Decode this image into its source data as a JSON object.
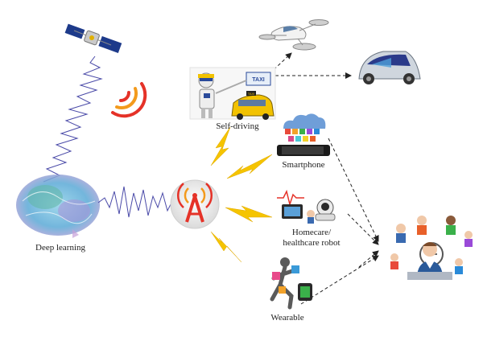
{
  "labels": {
    "deep_learning": "Deep learning",
    "self_driving": "Self-driving",
    "smartphone": "Smartphone",
    "homecare_line1": "Homecare/",
    "homecare_line2": "healthcare robot",
    "wearable": "Wearable"
  },
  "embedded_text": {
    "taxi_sign": "TAXI",
    "taxi_roof": "TAXI"
  },
  "icons": [
    "satellite-icon",
    "wireless-signal-icon",
    "brain-icon",
    "antenna-tower-icon",
    "lightning-bolt-icon",
    "drone-taxi-icon",
    "autonomous-car-icon",
    "robot-taxi-icon",
    "smartphone-apps-icon",
    "homecare-robot-icon",
    "wearable-runner-icon",
    "doctor-with-patients-icon"
  ],
  "colors": {
    "signal_wave": "#4a4aa8",
    "bolt": "#f5c400",
    "antenna_red": "#e53228",
    "antenna_orange": "#f39a1c",
    "arrow": "#222222"
  }
}
